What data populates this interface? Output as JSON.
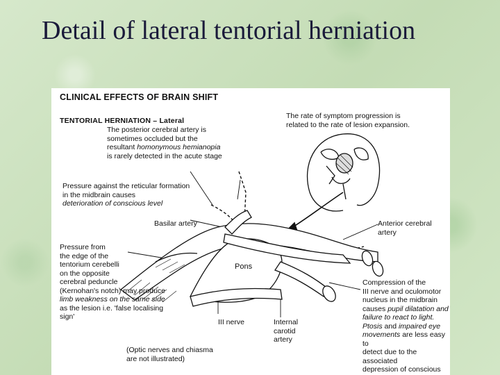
{
  "slide": {
    "title": "Detail of lateral tentorial herniation"
  },
  "figure": {
    "heading": "CLINICAL EFFECTS OF BRAIN SHIFT",
    "subheading": "TENTORIAL HERNIATION – Lateral",
    "pca_note": {
      "line1": "The posterior cerebral artery is",
      "line2": "sometimes occluded but the",
      "line3_plain": "resultant ",
      "line3_italic": "homonymous hemianopia",
      "line4": "is rarely detected in the acute stage"
    },
    "rate_note": {
      "line1": "The rate of symptom progression is",
      "line2": "related to the rate of lesion expansion."
    },
    "reticular_note": {
      "line1": "Pressure against the reticular formation",
      "line2": "in the midbrain causes",
      "line3": "deterioration of conscious level"
    },
    "labels": {
      "basilar_artery": "Basilar artery",
      "anterior_cerebral_1": "Anterior cerebral",
      "anterior_cerebral_2": "artery",
      "pons": "Pons",
      "third_nerve": "III nerve",
      "internal_carotid_1": "Internal",
      "internal_carotid_2": "carotid",
      "internal_carotid_3": "artery"
    },
    "tentorium_note": {
      "l1": "Pressure from",
      "l2": "the edge of the",
      "l3": "tentorium cerebelli",
      "l4": "on the opposite",
      "l5": "cerebral peduncle",
      "l6": "(Kernohan's notch) may produce",
      "l7": "limb weakness on the same side",
      "l8": "as the lesion i.e. 'false localising",
      "l9": "sign'"
    },
    "compression_note": {
      "l1": "Compression of the",
      "l2": "III nerve and oculomotor",
      "l3": "nucleus in the midbrain",
      "l4_plain": "causes ",
      "l4_italic": "pupil dilatation and",
      "l5": "failure to react to light.",
      "l6_italic": "Ptosis",
      "l6_plain": " and ",
      "l6_italic2": "impaired eye",
      "l7_italic": "movements",
      "l7_plain": " are less easy to",
      "l8": "detect due to the associated",
      "l9": "depression of conscious level."
    },
    "optic_note": {
      "line1": "(Optic nerves and chiasma",
      "line2": "are not illustrated)"
    }
  },
  "colors": {
    "title": "#1a1a3a",
    "background": "#cfe3c3"
  }
}
